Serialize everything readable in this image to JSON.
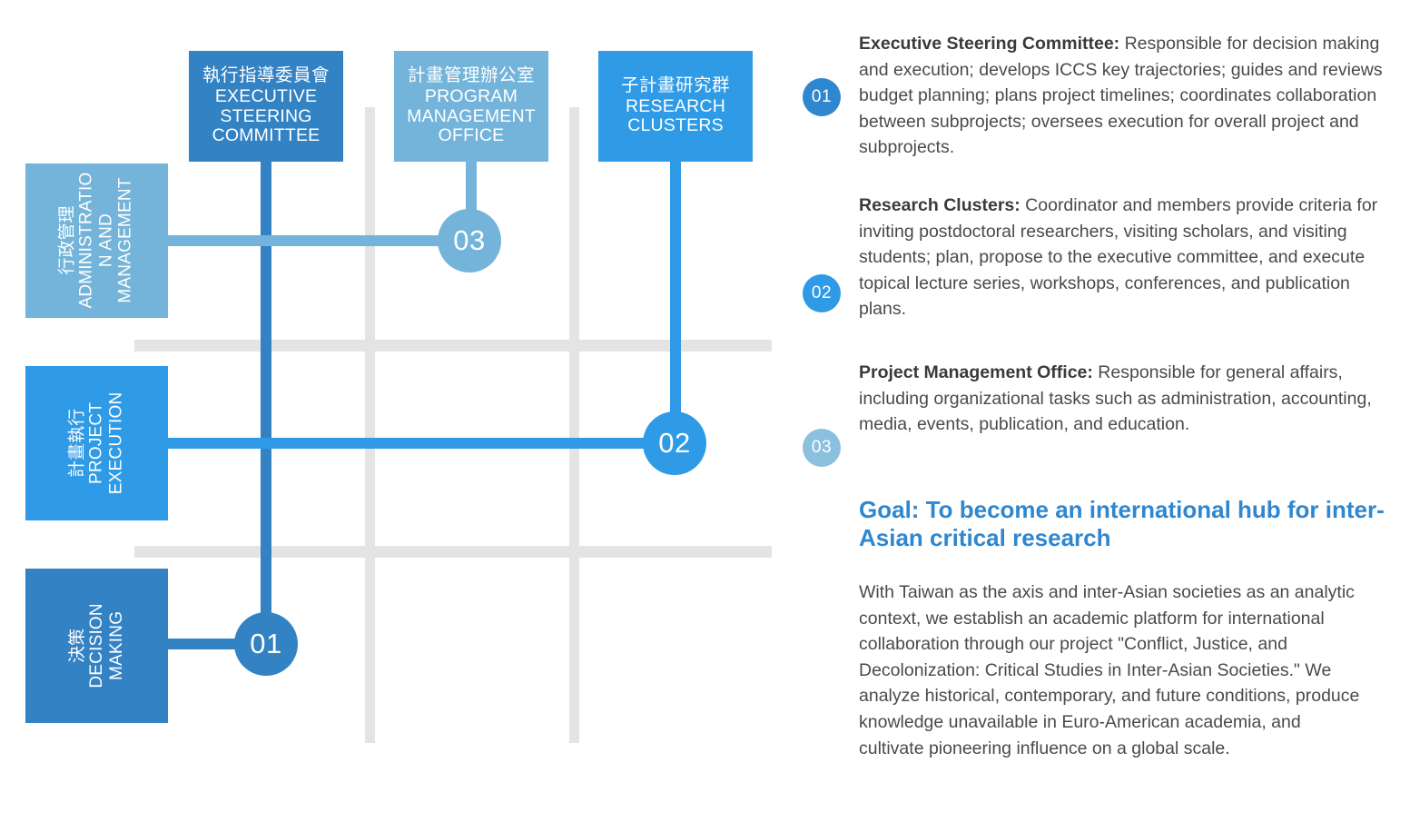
{
  "colors": {
    "light_blue": "#74b4da",
    "bright_blue": "#2f9ae5",
    "medium_blue": "#3382c4",
    "grid_gray": "#e4e4e4",
    "accent_heading": "#2f87d0",
    "body_text": "#4a4a4a"
  },
  "diagram": {
    "top_boxes": [
      {
        "zh": "執行指導委員會",
        "en_lines": [
          "EXECUTIVE",
          "STEERING",
          "COMMITTEE"
        ],
        "color": "#3382c4"
      },
      {
        "zh": "計畫管理辦公室",
        "en_lines": [
          "PROGRAM",
          "MANAGEMENT",
          "OFFICE"
        ],
        "color": "#74b4da"
      },
      {
        "zh": "子計畫研究群",
        "en_lines": [
          "RESEARCH",
          "CLUSTERS"
        ],
        "color": "#2f9ae5"
      }
    ],
    "side_boxes": [
      {
        "zh": "行政管理",
        "en_lines": [
          "ADMINISTRATIO",
          "N AND",
          "MANAGEMENT"
        ],
        "color": "#74b4da"
      },
      {
        "zh": "計畫執行",
        "en_lines": [
          "PROJECT",
          "EXECUTION"
        ],
        "color": "#2f9ae5"
      },
      {
        "zh": "決策",
        "en_lines": [
          "DECISION",
          "MAKING"
        ],
        "color": "#3382c4"
      }
    ],
    "nodes": [
      {
        "label": "03",
        "color": "#74b4da"
      },
      {
        "label": "02",
        "color": "#2f9ae5"
      },
      {
        "label": "01",
        "color": "#3382c4"
      }
    ]
  },
  "panel": {
    "items": [
      {
        "number": "01",
        "badge_color": "#2f87d0",
        "title": "Executive Steering Committee:",
        "text": " Responsible for decision making and execution; develops ICCS key trajectories; guides and reviews budget planning; plans project timelines; coordinates collaboration between subprojects; oversees execution for overall project and subprojects."
      },
      {
        "number": "02",
        "badge_color": "#2f9ae5",
        "title": "Research Clusters:",
        "text": " Coordinator and members provide criteria for inviting postdoctoral researchers, visiting scholars, and visiting students; plan, propose to the executive committee, and execute topical lecture series, workshops, conferences, and publication plans."
      },
      {
        "number": "03",
        "badge_color": "#8cc0de",
        "title": "Project Management Office:",
        "text": " Responsible for general affairs, including organizational tasks such as administration, accounting, media, events, publication, and education."
      }
    ],
    "goal_title": "Goal: To become an international hub for inter-Asian critical research",
    "goal_body": "With Taiwan as the axis and inter-Asian societies as an analytic context, we establish an academic platform for international collaboration through our project \"Conflict, Justice, and Decolonization: Critical Studies in Inter-Asian Societies.\" We analyze historical, contemporary, and future conditions, produce knowledge unavailable in Euro-American academia, and cultivate pioneering influence on a global scale."
  }
}
